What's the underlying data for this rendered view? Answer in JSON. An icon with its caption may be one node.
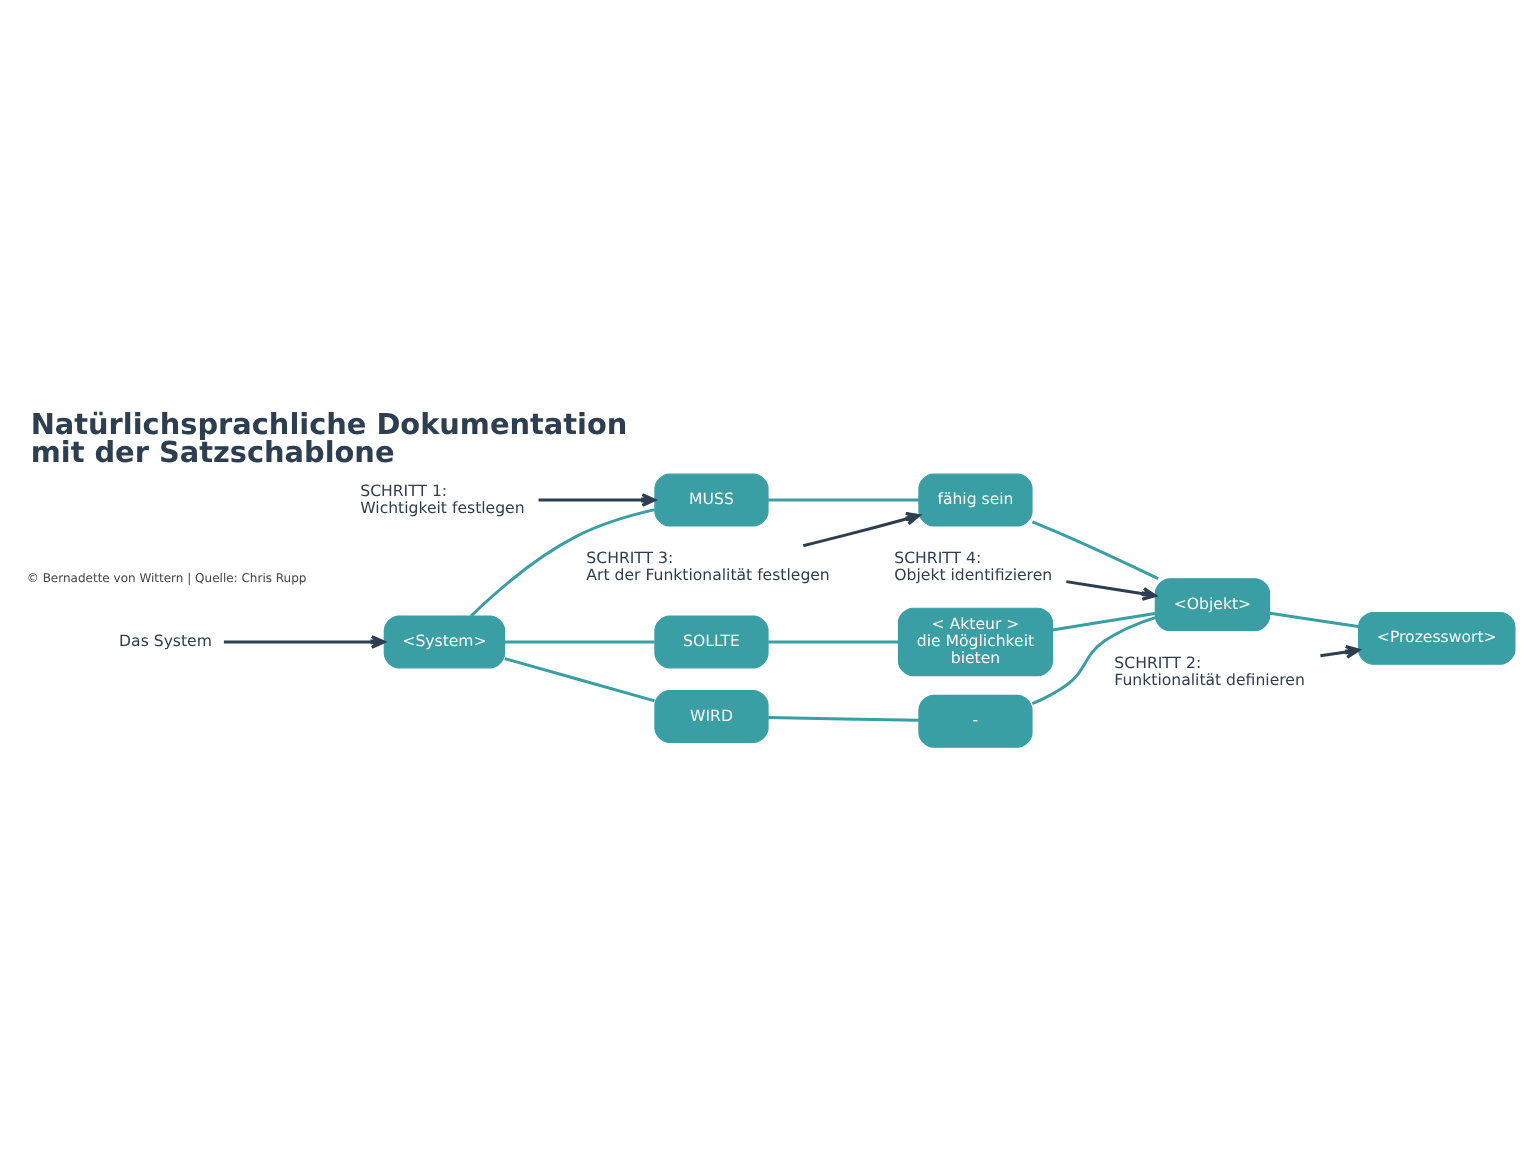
{
  "diagram": {
    "title": "Natürlichsprachliche Dokumentation mit der Satzschablone",
    "nodes": [
      {
        "text": [
          "SCHRITT 1:",
          "Wichtigkeit festlegen"
        ]
      },
      {
        "text": [
          "Das System"
        ]
      },
      {
        "text": [
          "SCHRITT 4:",
          "Objekt identifizieren"
        ]
      },
      {
        "text": [
          "<System>"
        ]
      },
      {
        "text": [
          "MUSS"
        ]
      },
      {
        "text": [
          "SOLLTE"
        ]
      },
      {
        "text": [
          "WIRD"
        ]
      },
      {
        "text": [
          "-"
        ]
      },
      {
        "text": [
          "< Akteur >",
          "die Möglichkeit bieten"
        ]
      },
      {
        "text": [
          "fähig sein"
        ]
      },
      {
        "text": [
          "<Objekt>"
        ]
      },
      {
        "text": [
          "<Prozesswort>"
        ]
      },
      {
        "text": [
          "SCHRITT 3:",
          "Art der Funktionalität festlegen"
        ]
      },
      {
        "text": [
          "SCHRITT 2:",
          "Funktionalität definieren"
        ]
      }
    ],
    "edges": [
      {
        "from": 1,
        "to": 3,
        "arrow": "to",
        "color": "#2d3e50"
      },
      {
        "from": 0,
        "to": 4,
        "arrow": "to",
        "color": "#2d3e50"
      },
      {
        "from": 2,
        "to": 10,
        "arrow": "to",
        "color": "#2d3e50"
      },
      {
        "from": 3,
        "to": 4,
        "arrow": "none"
      },
      {
        "from": 3,
        "to": 5,
        "arrow": "none"
      },
      {
        "from": 3,
        "to": 6,
        "arrow": "none"
      },
      {
        "from": 4,
        "to": 9,
        "arrow": "none"
      },
      {
        "from": 5,
        "to": 8,
        "arrow": "none"
      },
      {
        "from": 6,
        "to": 7,
        "arrow": "none"
      },
      {
        "from": 7,
        "to": 10,
        "arrow": "none"
      },
      {
        "from": 8,
        "to": 10,
        "arrow": "none"
      },
      {
        "from": 9,
        "to": 10,
        "arrow": "none"
      },
      {
        "from": 10,
        "to": 11,
        "arrow": "none"
      },
      {
        "from": 12,
        "to": 9,
        "arrow": "to",
        "color": "#2d3e50"
      },
      {
        "from": 13,
        "to": 11,
        "arrow": "to",
        "color": "#2d3e50"
      }
    ],
    "labels": [
      "© Bernadette von Wittern | Quelle: Chris Rupp"
    ]
  }
}
